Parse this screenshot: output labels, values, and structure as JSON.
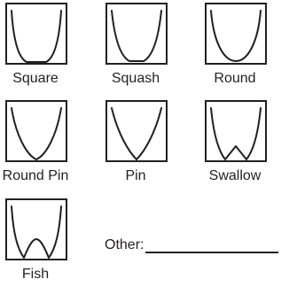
{
  "options": [
    {
      "label": "Square",
      "shape": "square"
    },
    {
      "label": "Squash",
      "shape": "squash"
    },
    {
      "label": "Round",
      "shape": "round"
    },
    {
      "label": "Round Pin",
      "shape": "round-pin"
    },
    {
      "label": "Pin",
      "shape": "pin"
    },
    {
      "label": "Swallow",
      "shape": "swallow"
    },
    {
      "label": "Fish",
      "shape": "fish"
    }
  ],
  "other": {
    "label": "Other:"
  }
}
